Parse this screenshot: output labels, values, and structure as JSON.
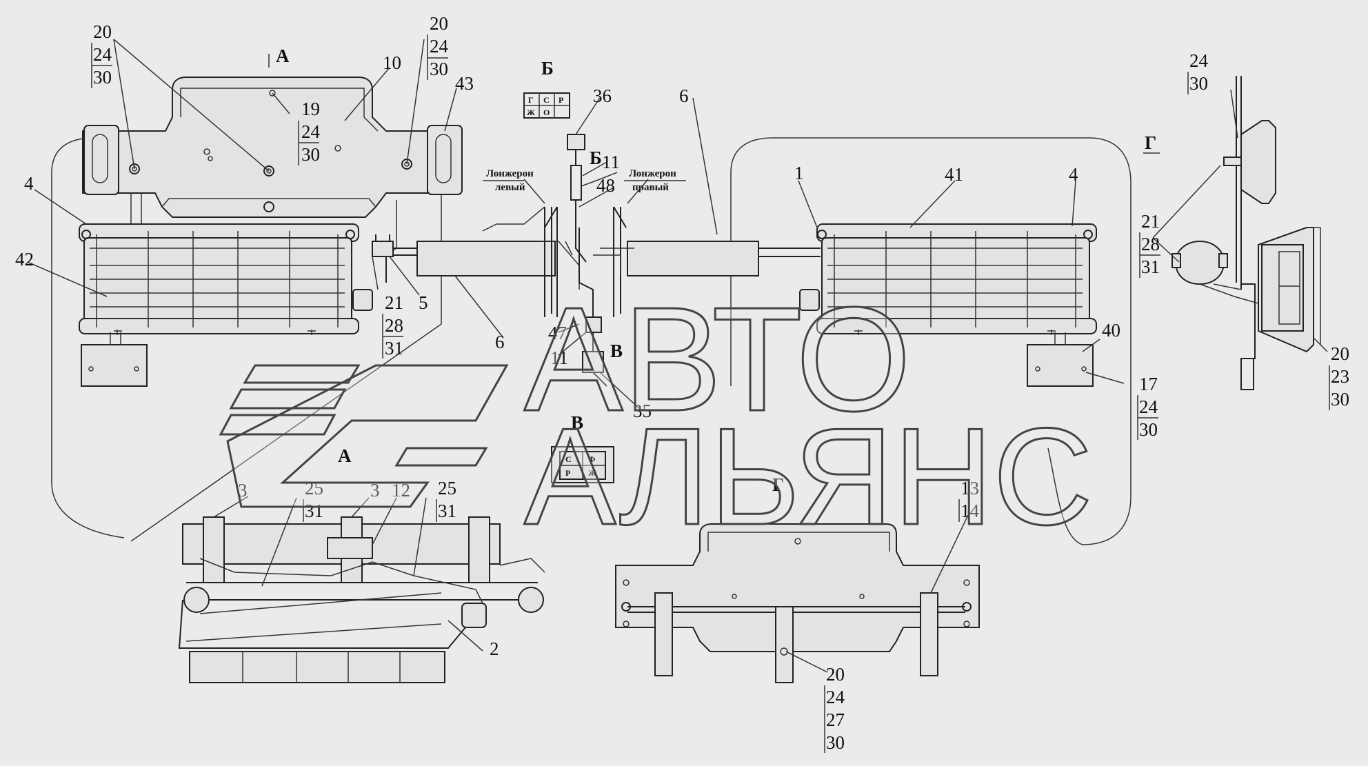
{
  "watermark": {
    "line1": "АВТО",
    "line2": "АЛЬЯНС"
  },
  "section_labels": [
    "А",
    "А",
    "Б",
    "Б",
    "В",
    "В",
    "Г",
    "Г"
  ],
  "longeron_labels": {
    "left_line1": "Лонжерон",
    "left_line2": "левый",
    "right_line1": "Лонжерон",
    "right_line2": "правый"
  },
  "connector_b": [
    "Г",
    "С",
    "Р",
    "Ж",
    "О",
    ""
  ],
  "connector_v": [
    "С",
    "Ф",
    "Р",
    "Ж"
  ],
  "callouts": {
    "tl_left": [
      "20",
      "24",
      "30"
    ],
    "tl_right": [
      "20",
      "24",
      "30"
    ],
    "p10": "10",
    "p19": [
      "19",
      "24",
      "30"
    ],
    "p43": "43",
    "p4a": "4",
    "p42": "42",
    "p21a": [
      "21",
      "28",
      "31"
    ],
    "p5": "5",
    "p6a": "6",
    "p36": "36",
    "p11a": "11",
    "p48": "48",
    "p6b": "6",
    "p1": "1",
    "p41": "41",
    "p4b": "4",
    "p47": "47",
    "p11b": "11",
    "p35": "35",
    "p40": "40",
    "p17": [
      "17",
      "24",
      "30"
    ],
    "p3a": "3",
    "p3b": "3",
    "p25a": [
      "25",
      "31"
    ],
    "p12": "12",
    "p25b": [
      "25",
      "31"
    ],
    "p2": "2",
    "p13": [
      "13",
      "14"
    ],
    "p20b": [
      "20",
      "24",
      "27",
      "30"
    ],
    "r24": [
      "24",
      "30"
    ],
    "r21": [
      "21",
      "28",
      "31"
    ],
    "r20": [
      "20",
      "23",
      "30"
    ]
  }
}
